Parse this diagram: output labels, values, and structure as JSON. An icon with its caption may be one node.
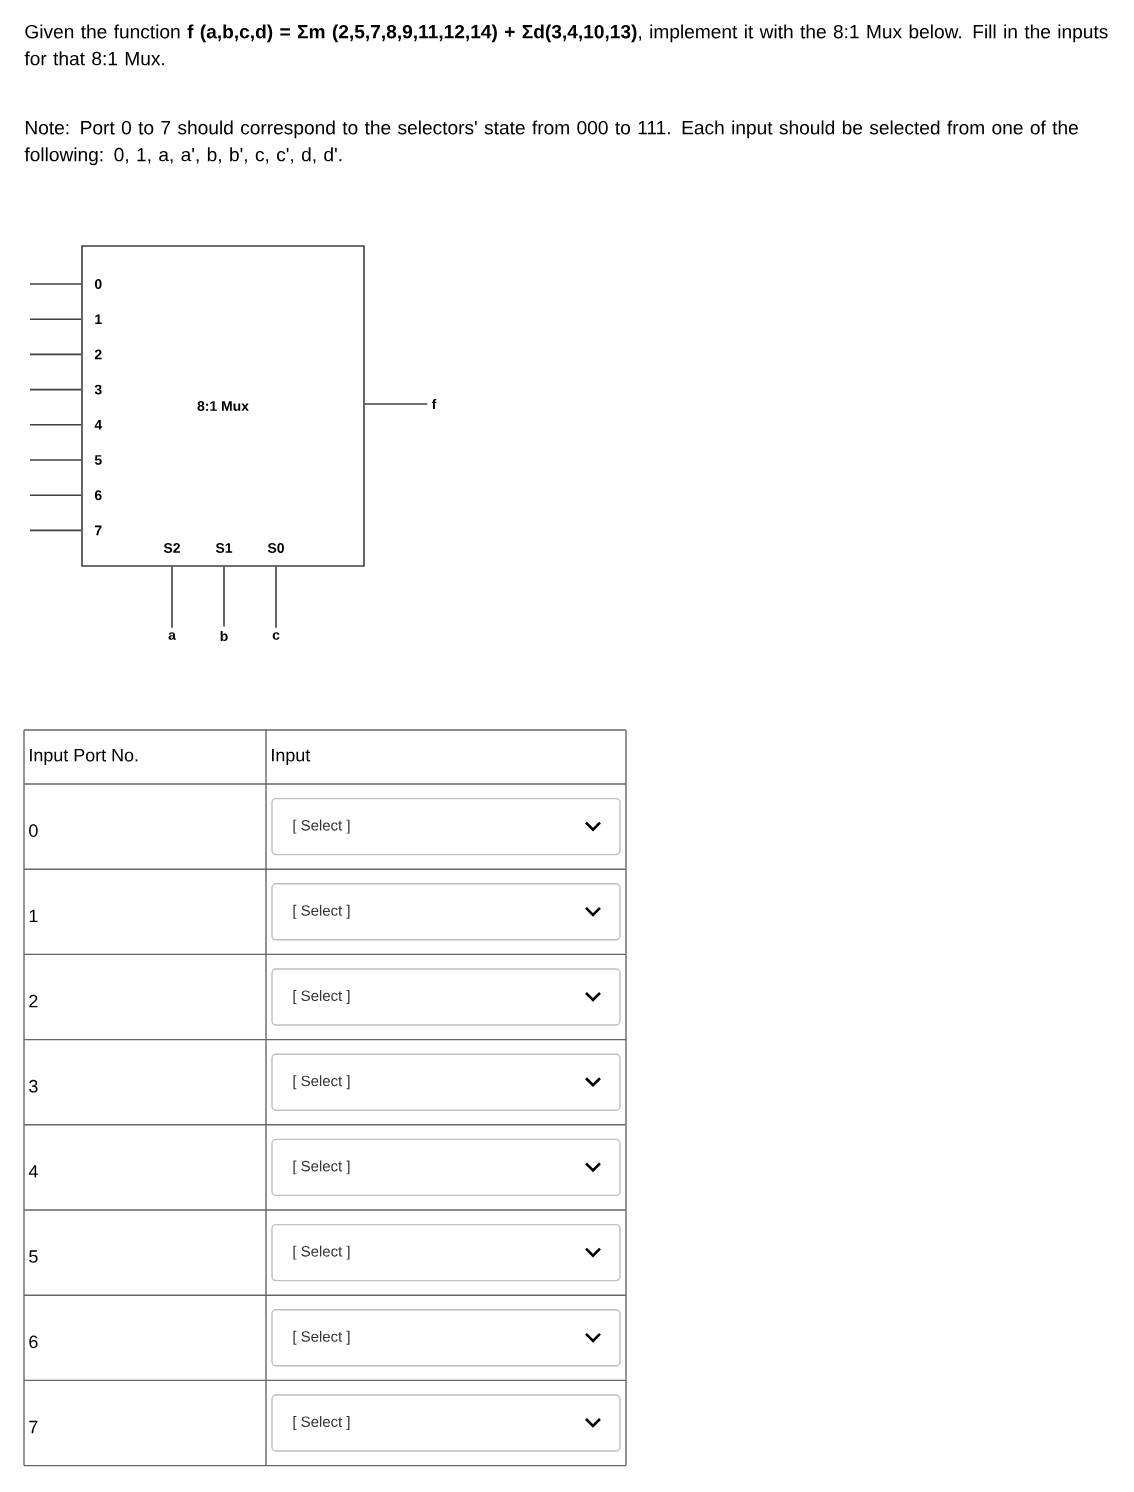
{
  "diagram": {
    "nodes": [
      {
        "text": [
          "8:1 Mux"
        ]
      },
      {
        "text": [
          "f"
        ]
      },
      {
        "text": [
          "a"
        ]
      },
      {
        "text": [
          "b"
        ]
      },
      {
        "text": [
          "c"
        ]
      }
    ],
    "edges": [
      {
        "from": null,
        "to": 0,
        "arrow": "none"
      },
      {
        "from": null,
        "to": 0,
        "arrow": "none"
      },
      {
        "from": null,
        "to": 0,
        "arrow": "none"
      },
      {
        "from": null,
        "to": 0,
        "arrow": "none"
      },
      {
        "from": null,
        "to": 0,
        "arrow": "none"
      },
      {
        "from": null,
        "to": 0,
        "arrow": "none"
      },
      {
        "from": null,
        "to": 0,
        "arrow": "none"
      },
      {
        "from": null,
        "to": 0,
        "arrow": "none"
      },
      {
        "from": 0,
        "to": 1,
        "arrow": "none"
      },
      {
        "from": 0,
        "to": 2,
        "arrow": "none"
      },
      {
        "from": 0,
        "to": 3,
        "arrow": "none"
      },
      {
        "from": 0,
        "to": 4,
        "arrow": "none"
      }
    ],
    "labels": [
      "Given the function **f (a,b,c,d) = Σm (2,5,7,8,9,11,12,14) + Σd(3,4,10,13)**, implement it with the 8:1 Mux below. Fill in the inputs for that 8:1 Mux.",
      "Note: Port 0 to 7 should correspond to the selectors' state from 000 to 111. Each input should be selected from one of the following: 0, 1, a, a', b, b', c, c', d, d'.",
      "0",
      "1",
      "2",
      "3",
      "4",
      "5",
      "6",
      "7",
      "S2",
      "S1",
      "S0",
      "Input Port No.",
      "Input",
      "0",
      "[ Select ]",
      "1",
      "[ Select ]",
      "2",
      "[ Select ]",
      "3",
      "[ Select ]",
      "4",
      "[ Select ]",
      "5",
      "[ Select ]",
      "6",
      "[ Select ]",
      "7",
      "[ Select ]"
    ]
  }
}
